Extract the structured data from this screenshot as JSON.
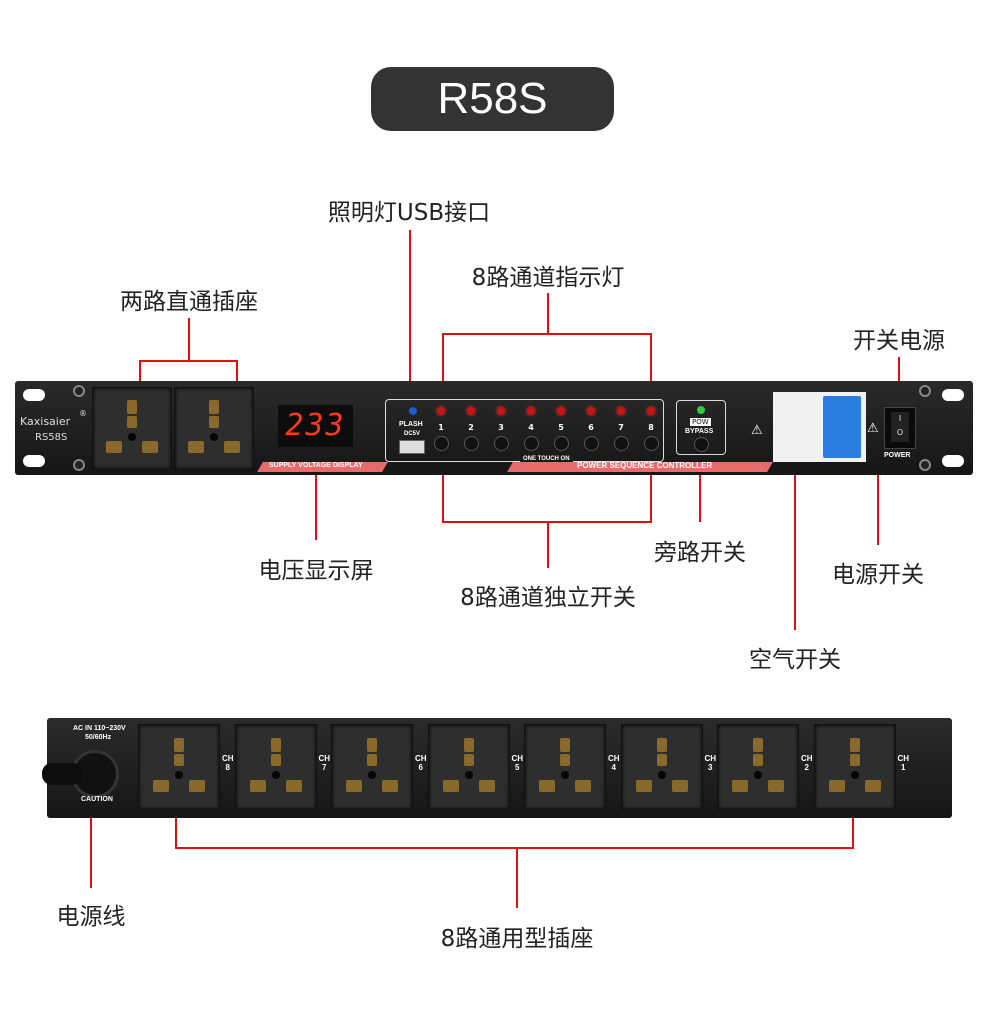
{
  "title": "R58S",
  "front": {
    "brand": "Kaxisaier",
    "registered": "®",
    "model": "RS58S",
    "voltage_reading": "233",
    "voltage_strip": "SUPPLY VOLTAGE DISPLAY",
    "usb_label_1": "PLASH",
    "usb_label_2": "DC5V",
    "channels": [
      "1",
      "2",
      "3",
      "4",
      "5",
      "6",
      "7",
      "8"
    ],
    "one_touch": "ONE TOUCH ON",
    "controller_strip": "POWER SEQUENCE CONTROLLER",
    "pow_label": "POW",
    "bypass_label": "BYPASS",
    "power_label": "POWER",
    "switch_on": "I",
    "switch_off": "O"
  },
  "rear": {
    "ac_in": "AC IN 110~230V",
    "freq": "50/60Hz",
    "caution": "CAUTION",
    "channels": [
      "8",
      "7",
      "6",
      "5",
      "4",
      "3",
      "2",
      "1"
    ],
    "ch_prefix": "CH"
  },
  "callouts": {
    "passthrough": "两路直通插座",
    "usb": "照明灯USB接口",
    "indicators": "8路通道指示灯",
    "switch_power": "开关电源",
    "display": "电压显示屏",
    "independent_switches": "8路通道独立开关",
    "bypass": "旁路开关",
    "power_switch": "电源开关",
    "air_switch": "空气开关",
    "power_cord": "电源线",
    "universal_sockets": "8路通用型插座"
  },
  "colors": {
    "callout_line": "#e01010",
    "led_red": "#c51414",
    "led_green": "#2ecc40",
    "breaker_blue": "#2a7de1"
  }
}
